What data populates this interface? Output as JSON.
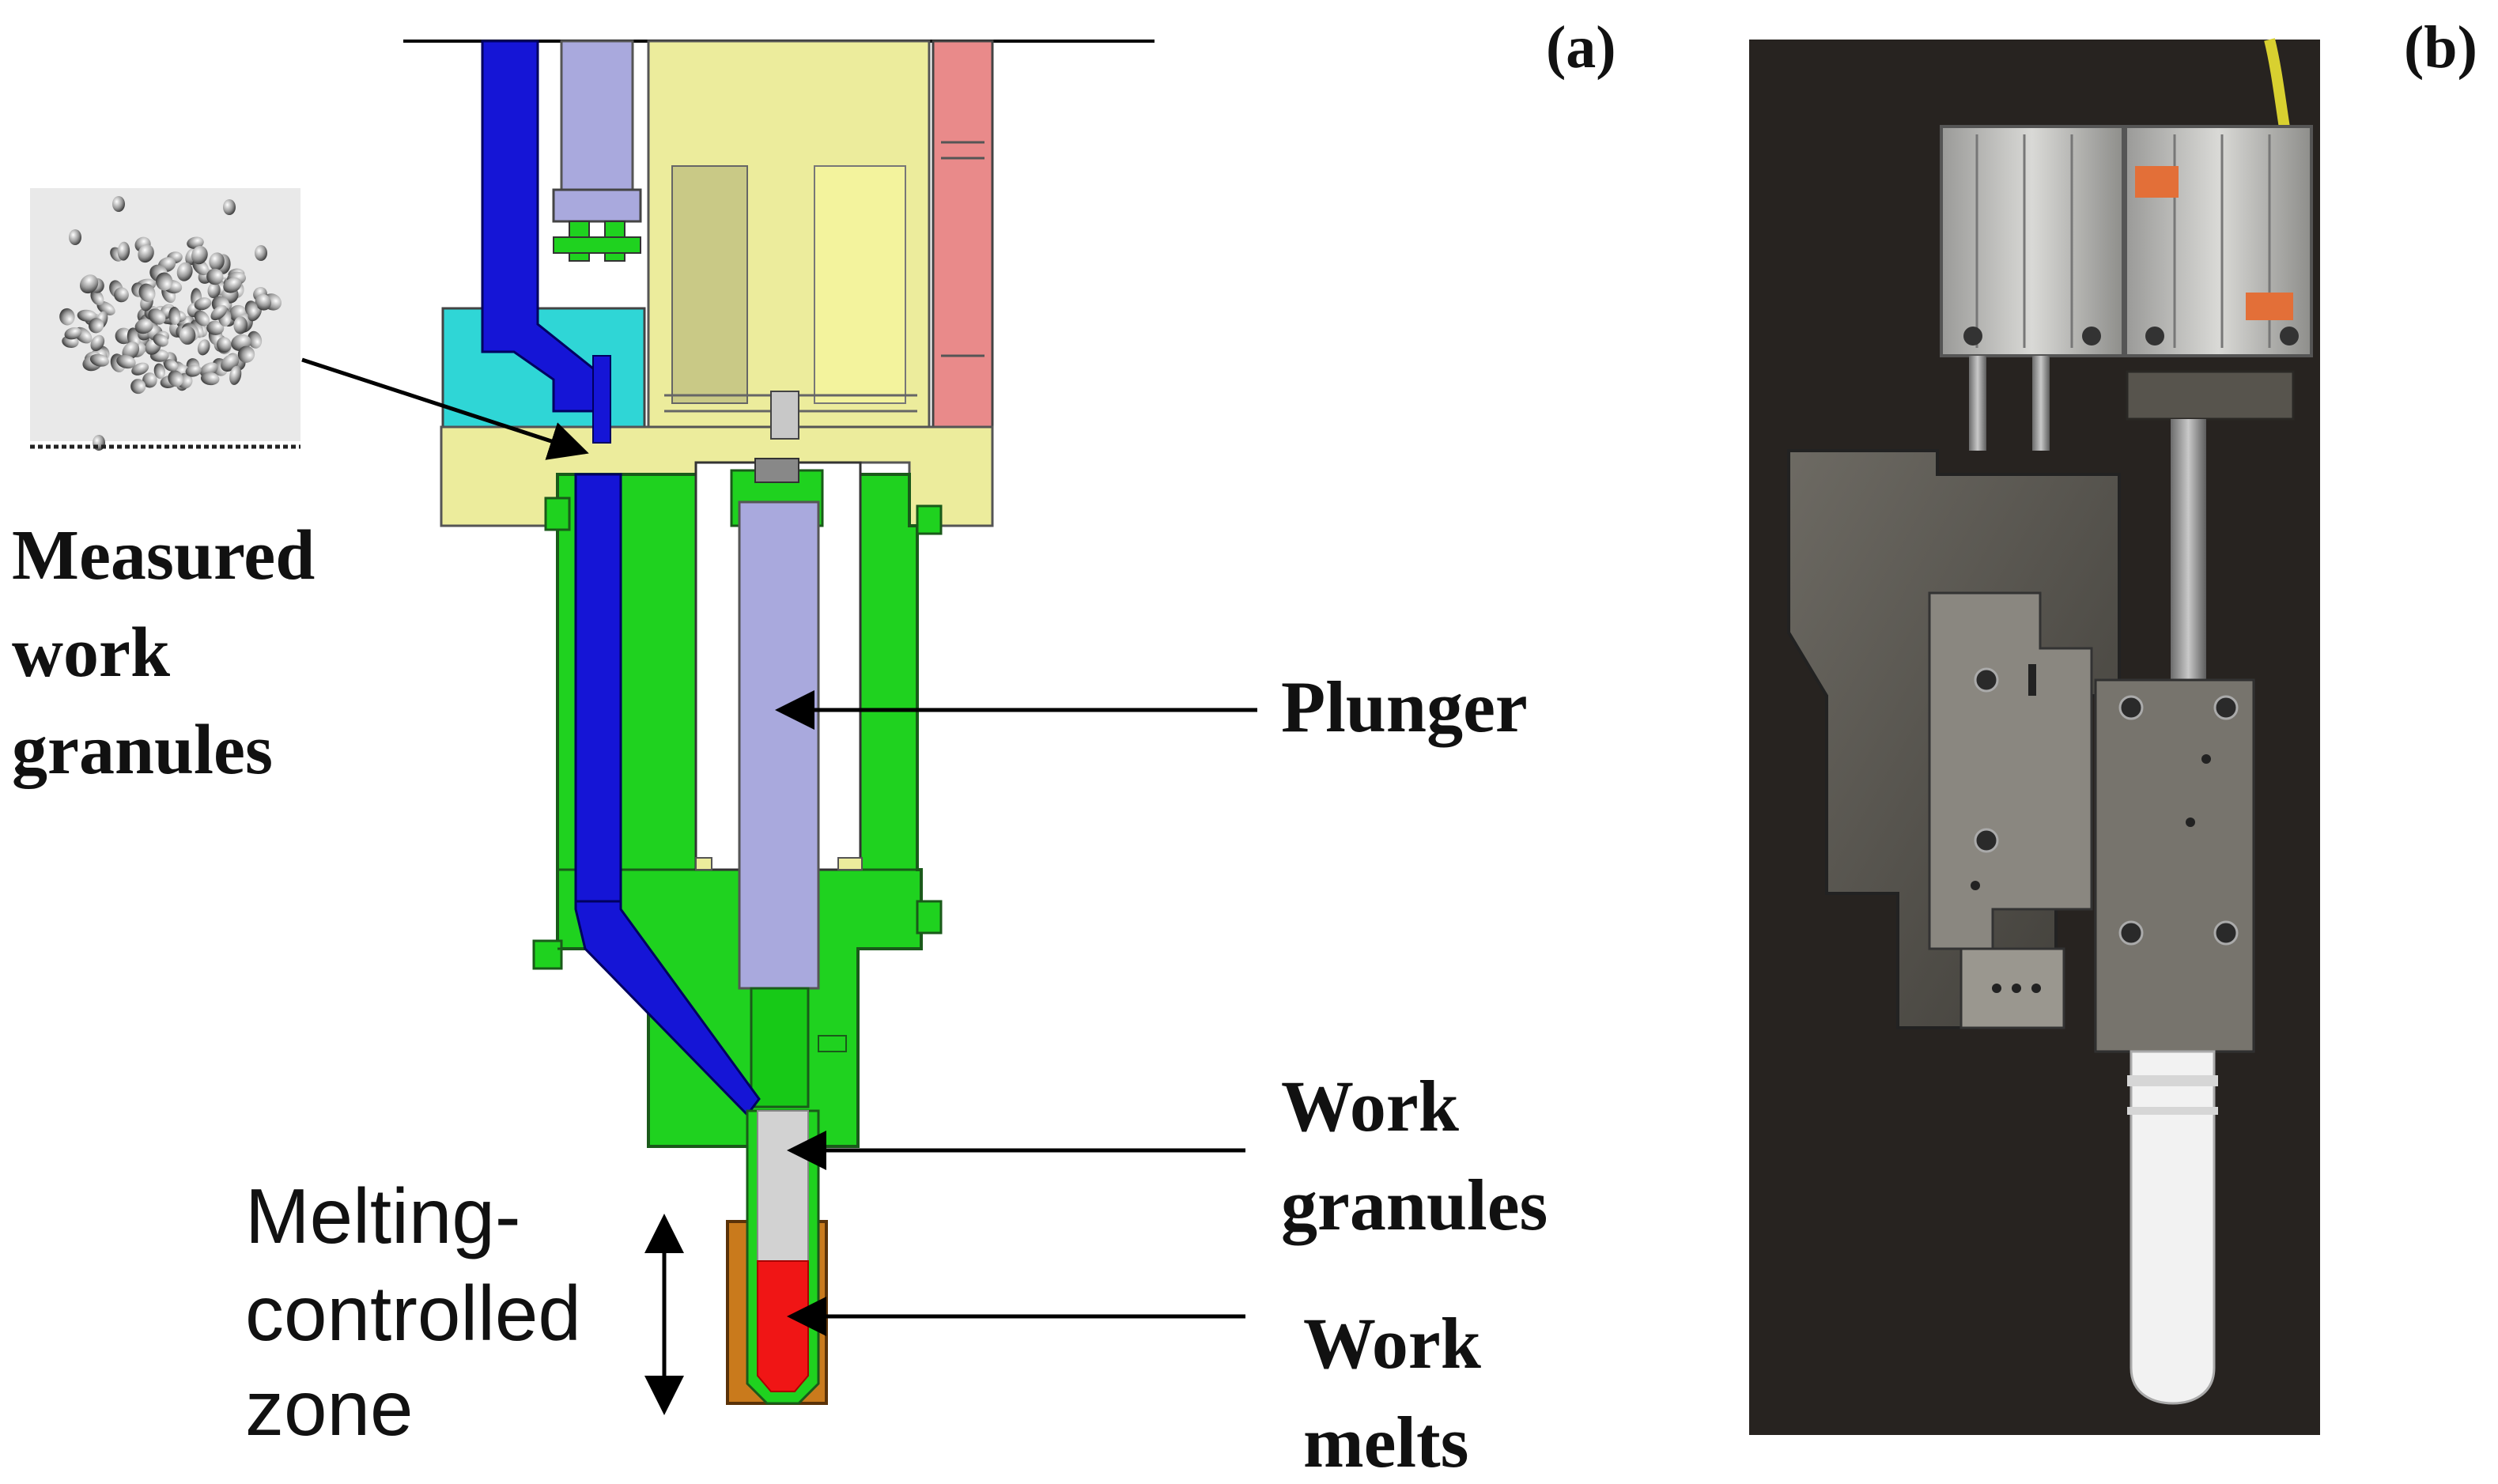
{
  "panels": {
    "a": "(a)",
    "b": "(b)"
  },
  "labels": {
    "measured": [
      "Measured",
      "work",
      "granules"
    ],
    "plunger": "Plunger",
    "work_granules": [
      "Work",
      "granules"
    ],
    "work_melts": [
      "Work",
      "melts"
    ],
    "melting_zone": [
      "Melting-",
      "controlled",
      "zone"
    ]
  },
  "colors": {
    "body_green": "#1fd21f",
    "feed_tube_blue": "#1515d6",
    "plunger_lavender": "#a9a9dd",
    "cap_yellow": "#ecec9c",
    "cyan_block": "#2fd6d6",
    "pink_plate": "#e98a8a",
    "melt_red": "#f01515",
    "heater_orange": "#c97a1c",
    "granule_grey": "#d2d2d2",
    "photo_background": "#2e2a26"
  },
  "icons": {
    "inset": "granules-photo-icon",
    "photo": "device-photo-icon"
  }
}
